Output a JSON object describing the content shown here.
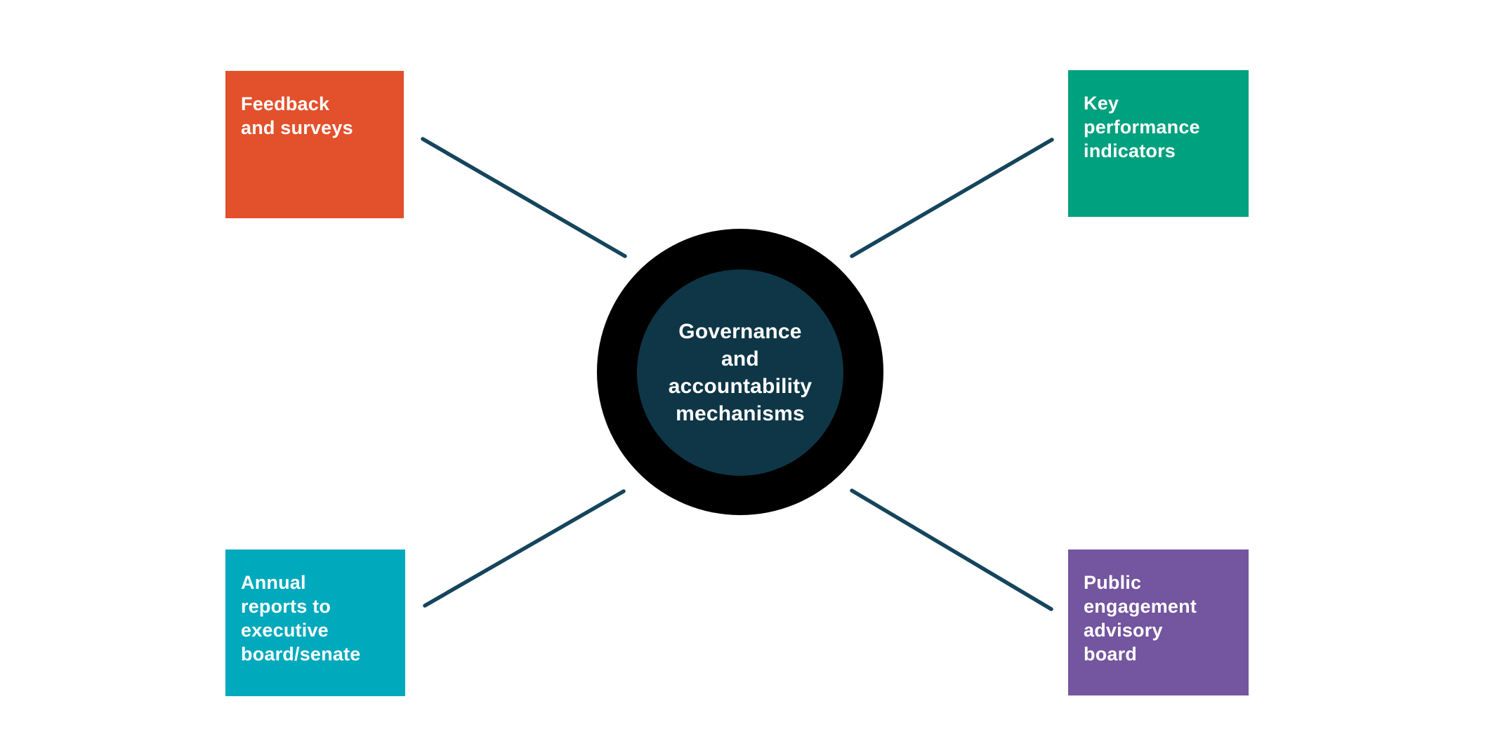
{
  "diagram": {
    "title": "Governance and accountability mechanisms",
    "center": {
      "label": "Governance and accountability mechanisms",
      "lines": [
        "Governance",
        "and",
        "accountability",
        "mechanisms"
      ],
      "ring_color": "#000000",
      "fill_color": "#0E3646",
      "text_color": "#FFFFFF"
    },
    "connector_color": "#15455C",
    "nodes": [
      {
        "label": "Feedback and surveys",
        "lines": [
          "Feedback",
          "and surveys"
        ],
        "color": "#E2512C",
        "position": "top-left"
      },
      {
        "label": "Key performance indicators",
        "lines": [
          "Key",
          "performance",
          "indicators"
        ],
        "color": "#00A17E",
        "position": "top-right"
      },
      {
        "label": "Annual reports to executive board/senate",
        "lines": [
          "Annual",
          "reports to",
          "executive",
          "board/senate"
        ],
        "color": "#00A9BC",
        "position": "bottom-left"
      },
      {
        "label": "Public engagement advisory board",
        "lines": [
          "Public",
          "engagement",
          "advisory",
          "board"
        ],
        "color": "#74559F",
        "position": "bottom-right"
      }
    ]
  }
}
